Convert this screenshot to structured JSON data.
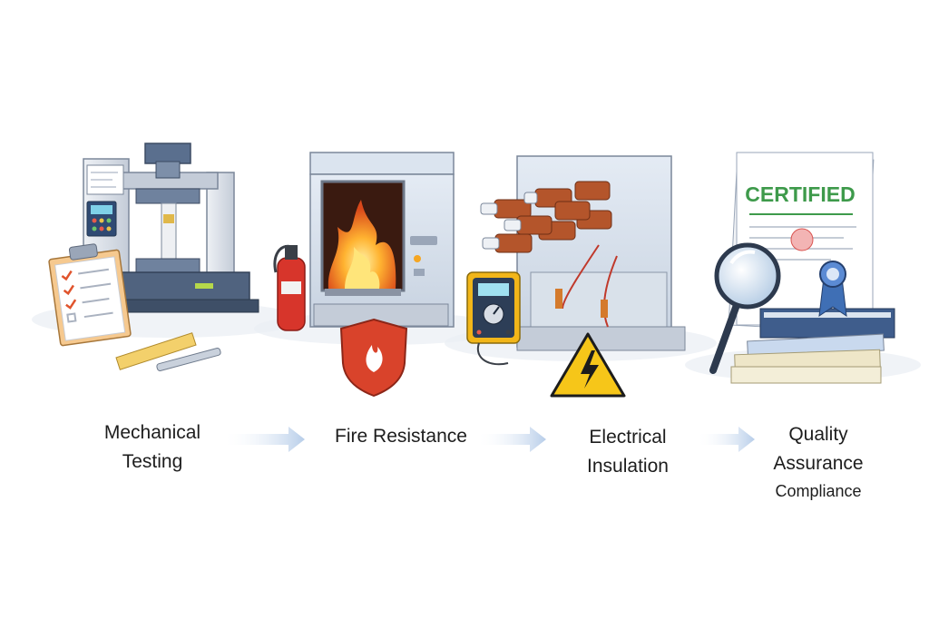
{
  "stages": [
    {
      "id": "mechanical",
      "lines": [
        "Mechanical",
        "Testing"
      ]
    },
    {
      "id": "fire",
      "lines": [
        "Fire Resistance"
      ]
    },
    {
      "id": "electrical",
      "lines": [
        "Electrical",
        "Insulation"
      ]
    },
    {
      "id": "quality",
      "lines": [
        "Quality",
        "Assurance",
        "Compliance"
      ]
    }
  ],
  "certificate": {
    "stamp": "CERTIFIED"
  },
  "colors": {
    "arrow": "#c9d9ee",
    "flame": "#f28a1c",
    "shield": "#d9432b",
    "warning": "#f6c619",
    "certified_text": "#3e9a4b",
    "machine_body": "#d7dde6",
    "machine_dark": "#4d5f79"
  },
  "icons": [
    "clipboard-icon",
    "ruler-icon",
    "fire-extinguisher-icon",
    "flame-shield-icon",
    "multimeter-icon",
    "high-voltage-warning-icon",
    "magnifying-glass-icon",
    "rosette-seal-icon"
  ]
}
